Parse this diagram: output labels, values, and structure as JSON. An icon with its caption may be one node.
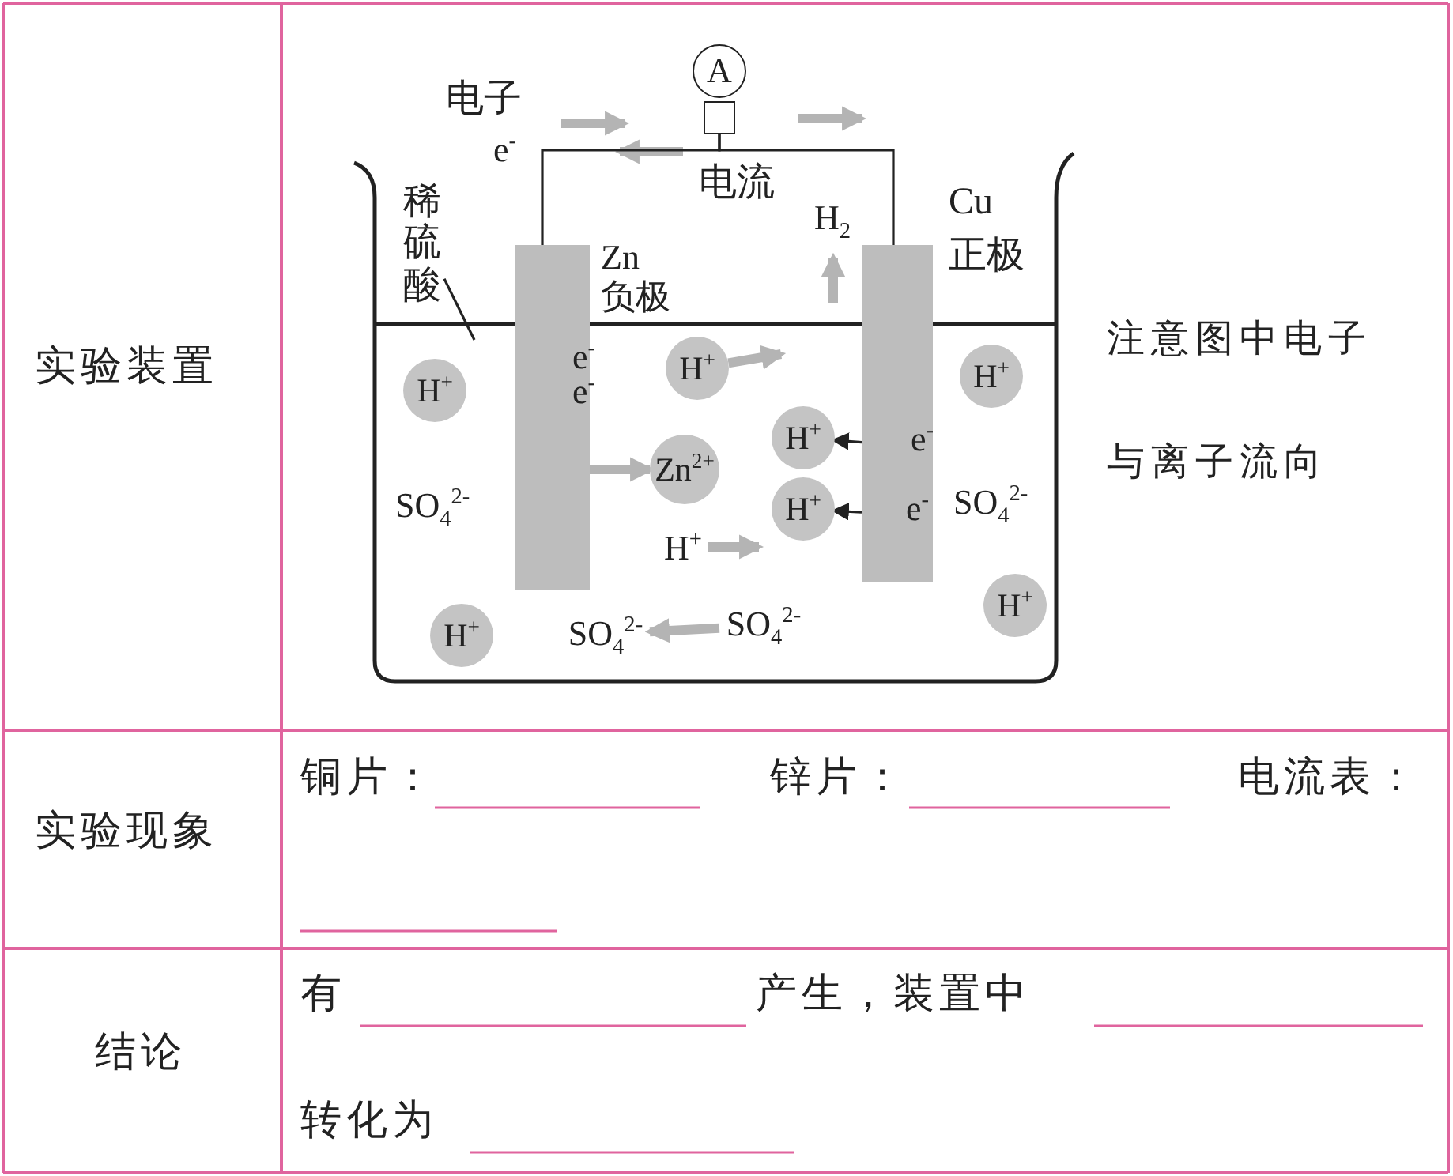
{
  "diagram": {
    "nodes": [
      {
        "text": [
          "A"
        ]
      },
      {
        "text": [
          "稀硫酸"
        ]
      },
      {
        "text": [],
        "shape": "bar",
        "beside": [
          "Zn 负极"
        ]
      },
      {
        "text": [],
        "shape": "bar",
        "beside": [
          "Cu 正极"
        ]
      },
      {
        "text": [
          "H$^{+}$"
        ]
      },
      {
        "text": [
          "H$^{+}$"
        ]
      },
      {
        "text": [
          "H$^{+}$"
        ]
      },
      {
        "text": [
          "H$^{+}$"
        ]
      },
      {
        "text": [
          "Zn$^{2+}$"
        ]
      },
      {
        "text": [
          "H$^{+}$"
        ]
      },
      {
        "text": [
          "H$^{+}$"
        ]
      },
      {
        "text": [
          "H$^{+}$"
        ]
      },
      {
        "text": [
          "H$^{+}$"
        ]
      },
      {
        "text": [
          "SO$_{4}$$^{2-}$"
        ]
      },
      {
        "text": [
          "SO$_{4}$$^{2-}$"
        ]
      }
    ],
    "edges": [
      {
        "from": 2,
        "to": 0,
        "arrow": "none"
      },
      {
        "from": 0,
        "to": 3,
        "arrow": "none"
      },
      {
        "from": 1,
        "to": null,
        "arrow": "none"
      },
      {
        "from": 2,
        "to": 8,
        "arrow": "to",
        "style": "thick",
        "color": "#b4b4b4"
      },
      {
        "from": 5,
        "to": null,
        "arrow": "to",
        "style": "thick",
        "color": "#b4b4b4"
      },
      {
        "from": 3,
        "to": 7,
        "arrow": "to"
      },
      {
        "from": 3,
        "to": 9,
        "arrow": "to"
      },
      {
        "from": 10,
        "to": null,
        "arrow": "to",
        "style": "thick",
        "color": "#b4b4b4"
      },
      {
        "from": 14,
        "to": 13,
        "arrow": "to",
        "style": "thick",
        "color": "#b4b4b4"
      }
    ],
    "labels": [
      "实验装置",
      "电子",
      "e$^{-}$",
      "电流",
      "H$_{2}$",
      "e$^{-}$",
      "e$^{-}$",
      "e$^{-}$",
      "SO$_{4}$$^{2-}$",
      "e$^{-}$",
      "SO$_{4}$$^{2-}$",
      "注意图中电子与离子流向",
      "实验现象",
      "铜片：",
      "锌片：",
      "电流表：",
      "结论",
      "有",
      "产生，装置中",
      "转化为"
    ]
  }
}
